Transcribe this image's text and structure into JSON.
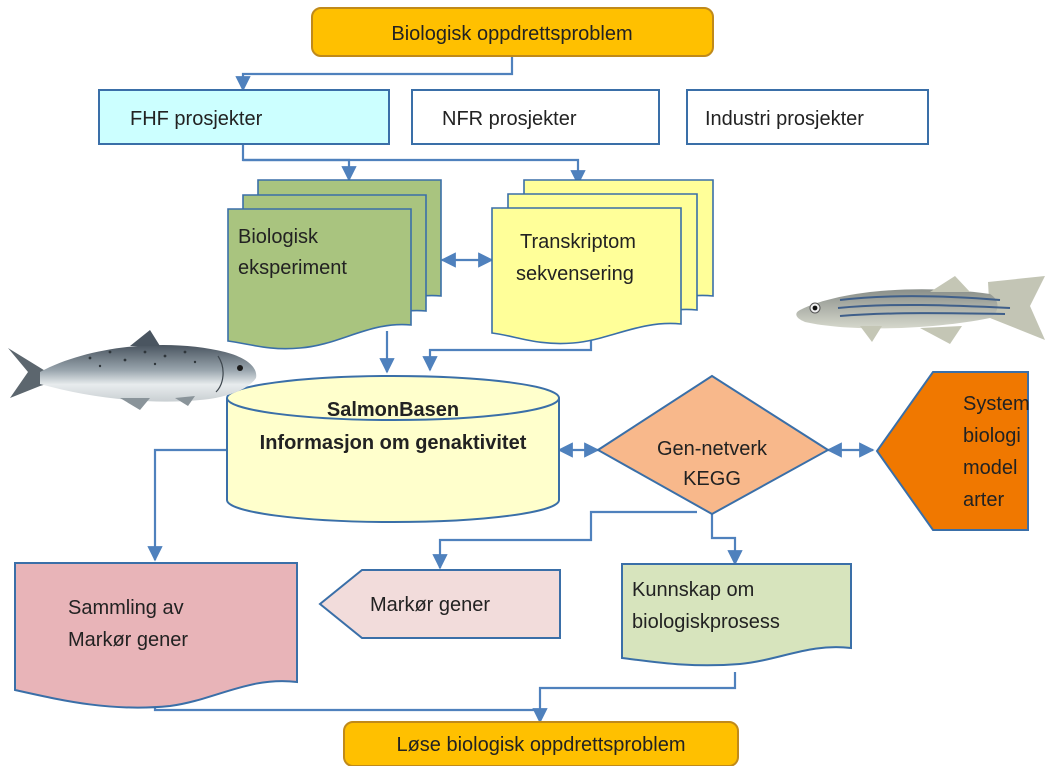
{
  "nodes": {
    "problem_top": "Biologisk oppdrettsproblem",
    "fhf": "FHF prosjekter",
    "nfr": "NFR prosjekter",
    "industri": "Industri prosjekter",
    "bio_exp": [
      "Biologisk",
      "eksperiment"
    ],
    "transkriptom": [
      "Transkriptom",
      "sekvensering"
    ],
    "salmonbasen": [
      "SalmonBasen",
      "Informasjon om genaktivitet"
    ],
    "gen_netverk": [
      "Gen-netverk",
      "KEGG"
    ],
    "system": [
      "System",
      "biologi",
      "model",
      "arter"
    ],
    "sammling": [
      "Sammling av",
      "Markør gener"
    ],
    "markor": "Markør gener",
    "kunnskap": [
      "Kunnskap om",
      "biologiskprosess"
    ],
    "problem_bottom": "Løse biologisk oppdrettsproblem"
  },
  "colors": {
    "orange_box": "#FFC000",
    "orange_border": "#C08A1A",
    "fhf_fill": "#CCFFFF",
    "blue_border": "#3A6FA8",
    "green_doc": "#A9C47F",
    "yellow_doc": "#FFFF99",
    "db_fill": "#FFFFCC",
    "diamond_fill": "#F8B88B",
    "system_fill": "#F07800",
    "pink_doc": "#E8B4B8",
    "markor_fill": "#F2DCDB",
    "kunnskap_fill": "#D7E4BD",
    "arrow": "#4F81BD"
  },
  "icons": [
    "salmon-image",
    "zebrafish-image"
  ]
}
